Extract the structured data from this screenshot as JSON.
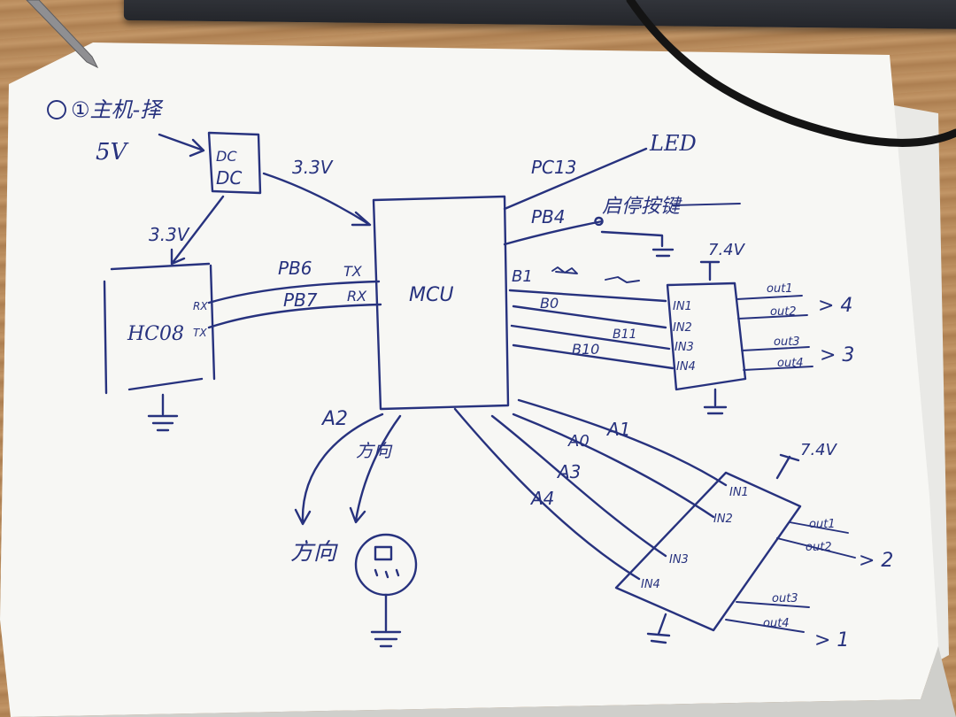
{
  "labels": {
    "note_header": "①主机-择",
    "power_in": "5V",
    "dcdc_top": "DC",
    "dcdc_bottom": "DC",
    "rail_to_mcu": "3.3V",
    "rail_to_hc08": "3.3V",
    "bt_module": "HC08",
    "bt_rx": "RX",
    "bt_tx": "TX",
    "pb6": "PB6",
    "pb7": "PB7",
    "mcu_tx": "TX",
    "mcu_rx": "RX",
    "mcu": "MCU",
    "pc13": "PC13",
    "led": "LED",
    "pb4": "PB4",
    "pb4_target": "启停按键",
    "b1": "B1",
    "b0": "B0",
    "b11": "B11",
    "b10": "B10",
    "a2": "A2",
    "a1": "A1",
    "a0": "A0",
    "a3": "A3",
    "a4": "A4",
    "dir_label": "方向",
    "bat_top": "7.4V",
    "bat_bottom": "7.4V",
    "drv1_in1": "IN1",
    "drv1_in2": "IN2",
    "drv1_in3": "IN3",
    "drv1_in4": "IN4",
    "drv1_out1": "out1",
    "drv1_out2": "out2",
    "drv1_out3": "out3",
    "drv1_out4": "out4",
    "motor_4": "> 4",
    "motor_3": "> 3",
    "drv2_in1": "IN1",
    "drv2_in2": "IN2",
    "drv2_in3": "IN3",
    "drv2_in4": "IN4",
    "drv2_out1": "out1",
    "drv2_out2": "out2",
    "drv2_out3": "out3",
    "drv2_out4": "out4",
    "motor_2": "> 2",
    "motor_1": "> 1"
  },
  "colors": {
    "ink": "#27327e",
    "paper": "#f7f7f4",
    "desk": "#b7895a",
    "cable": "#141414"
  }
}
